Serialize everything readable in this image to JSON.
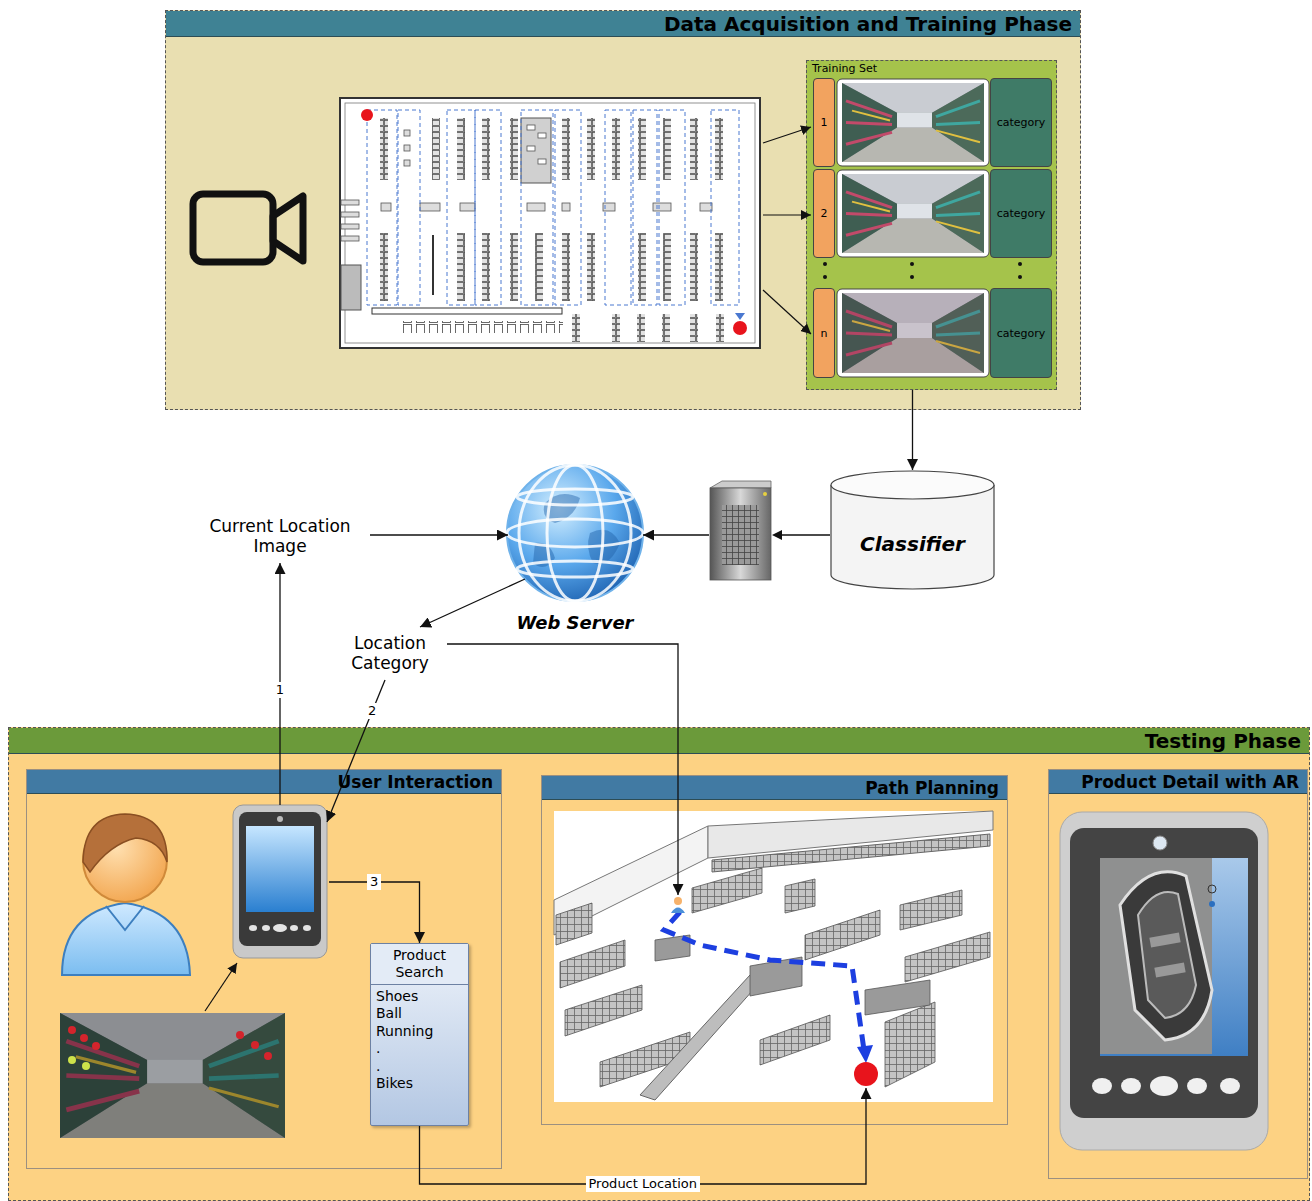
{
  "diagram": {
    "nodes": [
      {
        "text": [
          "Data Acquisition and Training Phase"
        ]
      },
      {
        "text": [
          "Training Set"
        ],
        "in": 0
      },
      {
        "text": [
          "1"
        ],
        "in": 1
      },
      {
        "text": [
          "category"
        ],
        "in": 1
      },
      {
        "text": [
          "2"
        ],
        "in": 1
      },
      {
        "text": [
          "category"
        ],
        "in": 1
      },
      {
        "text": [
          "n"
        ],
        "in": 1
      },
      {
        "text": [
          "category"
        ],
        "in": 1
      },
      {
        "text": [
          "Classifier"
        ]
      },
      {
        "text": [
          "Web Server"
        ]
      },
      {
        "text": [
          "Current Location Image"
        ]
      },
      {
        "text": [
          "Location Category"
        ]
      },
      {
        "text": [
          "Testing Phase"
        ]
      },
      {
        "text": [
          "User Interaction"
        ],
        "in": 12
      },
      {
        "text": [
          "Product Search",
          "Shoes Ball Running . . Bikes"
        ],
        "in": 13
      },
      {
        "text": [
          "Path Planning"
        ],
        "in": 12
      },
      {
        "text": [
          "Product Detail with AR"
        ],
        "in": 12
      }
    ],
    "edges": [
      {
        "from": 1,
        "to": 8,
        "arrow": "to"
      },
      {
        "from": 8,
        "to": 9,
        "arrow": "to"
      },
      {
        "from": 13,
        "to": 10,
        "label": "1",
        "arrow": "to"
      },
      {
        "from": 10,
        "to": 9,
        "arrow": "to"
      },
      {
        "from": 9,
        "to": 11,
        "arrow": "to"
      },
      {
        "from": 11,
        "to": 13,
        "label": "2",
        "arrow": "to"
      },
      {
        "from": 13,
        "to": 14,
        "label": "3",
        "arrow": "to"
      },
      {
        "from": 11,
        "to": 15,
        "arrow": "to"
      },
      {
        "from": 14,
        "to": 15,
        "label": "Product Location",
        "arrow": "to"
      }
    ]
  }
}
